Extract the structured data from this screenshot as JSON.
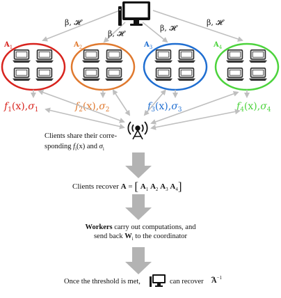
{
  "params": {
    "beta_H": "β, 𝓗"
  },
  "clusters": [
    {
      "id": "A₁",
      "base": "A",
      "sub": "1",
      "f": "f",
      "fsub": "1",
      "x": "(x)",
      "sigma": "σ",
      "sigsub": "1",
      "color": "#d8231d"
    },
    {
      "id": "A₂",
      "base": "A",
      "sub": "2",
      "f": "f",
      "fsub": "2",
      "x": "(x)",
      "sigma": "σ",
      "sigsub": "2",
      "color": "#e0792e"
    },
    {
      "id": "A₃",
      "base": "A",
      "sub": "3",
      "f": "f",
      "fsub": "3",
      "x": "(x)",
      "sigma": "σ",
      "sigsub": "3",
      "color": "#1f6ed1"
    },
    {
      "id": "A₄",
      "base": "A",
      "sub": "4",
      "f": "f",
      "fsub": "4",
      "x": "(x)",
      "sigma": "σ",
      "sigsub": "4",
      "color": "#4cd33c"
    }
  ],
  "steps": {
    "share_line1": "Clients share their corre-",
    "share_line2_a": "sponding ",
    "share_f": "f",
    "share_i": "i",
    "share_x": "(x) and ",
    "share_sigma": "σ",
    "share_i2": "i",
    "recover_text": "Clients recover ",
    "recover_A": "A",
    "recover_eq": " = ",
    "recover_blocks": [
      "A",
      "A",
      "A",
      "A"
    ],
    "recover_subs": [
      "1",
      "2",
      "3",
      "4"
    ],
    "workers_bold": "Workers",
    "workers_rest": " carry out computations, and",
    "workers_line2_a": "send back ",
    "workers_W": "W",
    "workers_i": "i",
    "workers_line2_b": " to the coordinator",
    "threshold_text": "Once the threshold is met,",
    "threshold_can": "can recover",
    "threshold_A": "A",
    "threshold_exp": "−1"
  },
  "colors": {
    "arrow": "#bfbfbf",
    "big_arrow": "#b3b3b3",
    "ink": "#111111"
  },
  "icons": {
    "coordinator": "desktop-computer-icon",
    "worker": "laptop-icon",
    "broadcast": "antenna-broadcast-icon"
  }
}
